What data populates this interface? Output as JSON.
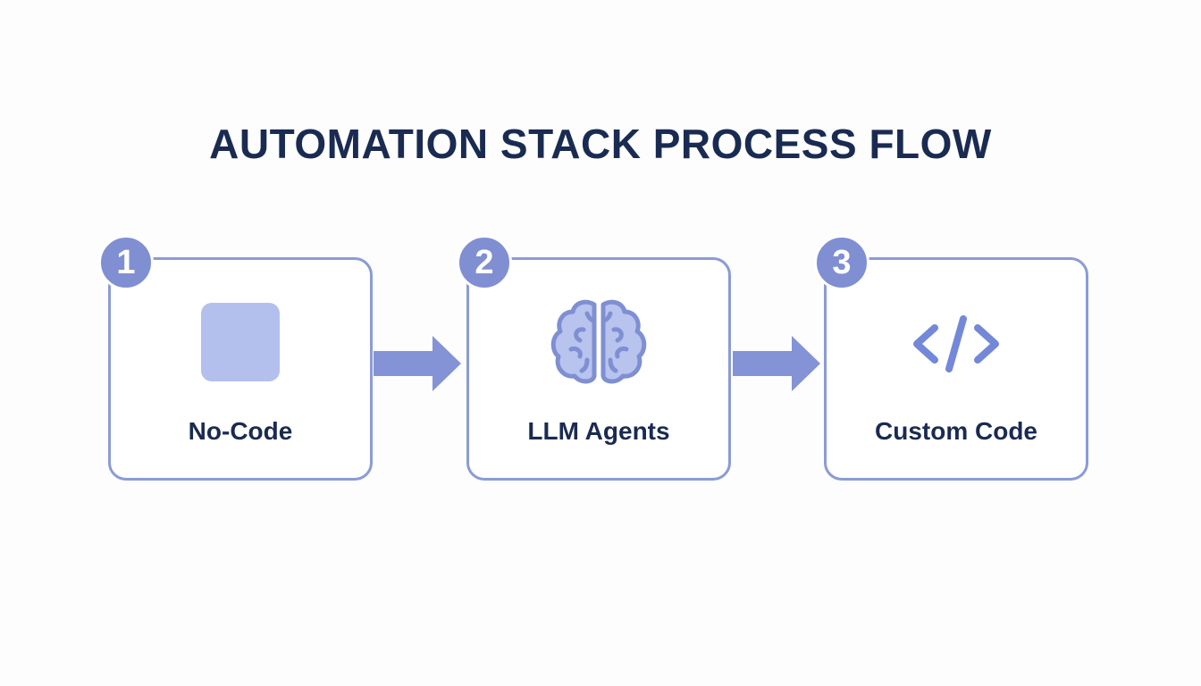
{
  "title": "AUTOMATION STACK PROCESS FLOW",
  "colors": {
    "title": "#1a2b52",
    "accent": "#7f8fd2",
    "border": "#8a9bd6",
    "icon_fill": "#b3c0ee"
  },
  "steps": [
    {
      "number": "1",
      "label": "No-Code",
      "icon": "square-icon"
    },
    {
      "number": "2",
      "label": "LLM Agents",
      "icon": "brain-icon"
    },
    {
      "number": "3",
      "label": "Custom Code",
      "icon": "code-icon"
    }
  ]
}
